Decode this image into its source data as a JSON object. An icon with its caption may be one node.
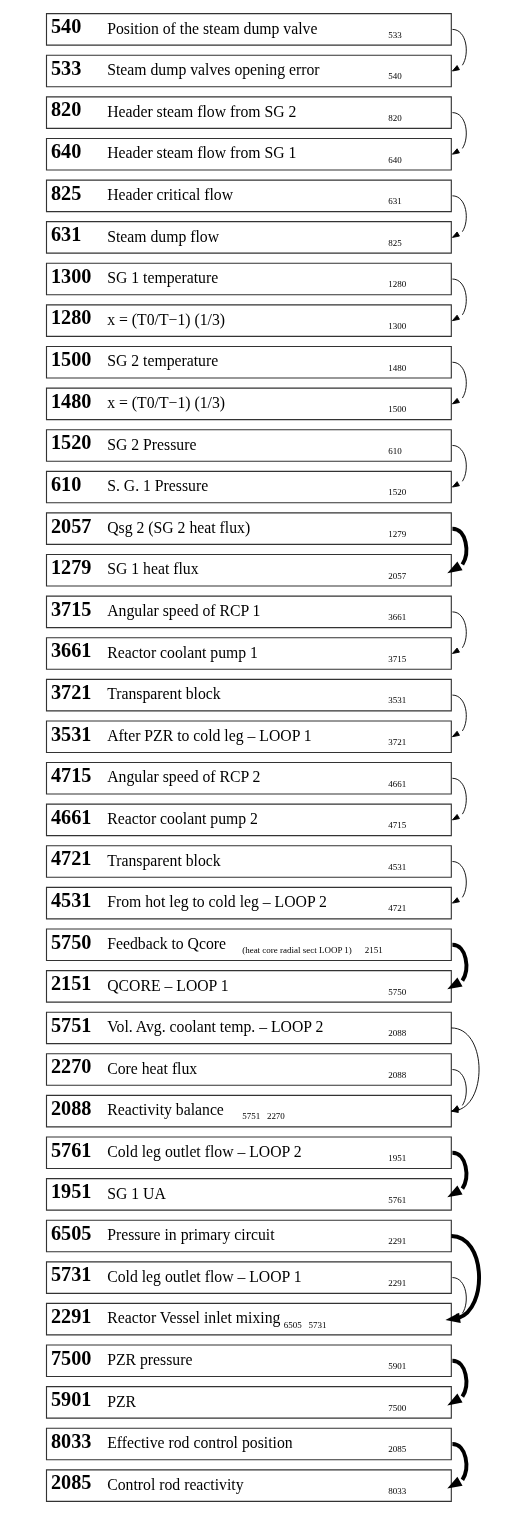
{
  "diagram": {
    "nodes": [
      {
        "text": [
          "533",
          "Steam dump valves opening error",
          "540"
        ]
      },
      {
        "text": [
          "540",
          "Position of the steam dump valve",
          "533"
        ]
      },
      {
        "text": [
          "610",
          "S. G. 1 Pressure",
          "1520"
        ]
      },
      {
        "text": [
          "631",
          "Steam dump flow",
          "825"
        ]
      },
      {
        "text": [
          "640",
          "Header steam flow from SG 1",
          "640"
        ]
      },
      {
        "text": [
          "820",
          "Header steam flow from SG 2",
          "820"
        ]
      },
      {
        "text": [
          "825",
          "Header critical flow",
          "631"
        ]
      },
      {
        "text": [
          "1279",
          "SG 1 heat flux",
          "2057"
        ]
      },
      {
        "text": [
          "1280",
          "x = (T0/T−1) (1/3)",
          "1300"
        ]
      },
      {
        "text": [
          "1300",
          "SG 1 temperature",
          "1280"
        ]
      },
      {
        "text": [
          "1480",
          "x = (T0/T−1) (1/3)",
          "1500"
        ]
      },
      {
        "text": [
          "1500",
          "SG 2 temperature",
          "1480"
        ]
      },
      {
        "text": [
          "1520",
          "SG 2 Pressure",
          "610"
        ]
      },
      {
        "text": [
          "1951",
          "SG 1 UA",
          "5761"
        ]
      },
      {
        "text": [
          "2057",
          "Qsg 2 (SG 2 heat flux)",
          "1279"
        ]
      },
      {
        "text": [
          "2085",
          "Control rod reactivity",
          "8033"
        ]
      },
      {
        "text": [
          "2088",
          "Reactivity balance",
          "5751",
          "2270"
        ]
      },
      {
        "text": [
          "2151",
          "QCORE – LOOP 1",
          "5750"
        ]
      },
      {
        "text": [
          "2270",
          "Core heat flux",
          "2088"
        ]
      },
      {
        "text": [
          "2291",
          "Reactor Vessel inlet mixing",
          "6505",
          "5731"
        ]
      },
      {
        "text": [
          "3531",
          "After PZR to cold leg – LOOP 1",
          "3721"
        ]
      },
      {
        "text": [
          "3661",
          "Reactor coolant pump 1",
          "3715"
        ]
      },
      {
        "text": [
          "3715",
          "Angular speed of RCP 1",
          "3661"
        ]
      },
      {
        "text": [
          "3721",
          "Transparent block",
          "3531"
        ]
      },
      {
        "text": [
          "4531",
          "From hot leg to cold leg – LOOP 2",
          "4721"
        ]
      },
      {
        "text": [
          "4661",
          "Reactor coolant pump 2",
          "4715"
        ]
      },
      {
        "text": [
          "4715",
          "Angular speed of RCP 2",
          "4661"
        ]
      },
      {
        "text": [
          "4721",
          "Transparent block",
          "4531"
        ]
      },
      {
        "text": [
          "5731",
          "Cold leg outlet flow – LOOP 1",
          "2291"
        ]
      },
      {
        "text": [
          "5750",
          "Feedback to Qcore",
          "(heat core radial sect LOOP 1)",
          "2151"
        ]
      },
      {
        "text": [
          "5751",
          "Vol. Avg. coolant temp. – LOOP 2",
          "2088"
        ]
      },
      {
        "text": [
          "5761",
          "Cold leg outlet flow – LOOP 2",
          "1951"
        ]
      },
      {
        "text": [
          "5901",
          "PZR",
          "7500"
        ]
      },
      {
        "text": [
          "6505",
          "Pressure in primary circuit",
          "2291"
        ]
      },
      {
        "text": [
          "7500",
          "PZR pressure",
          "5901"
        ]
      },
      {
        "text": [
          "8033",
          "Effective rod control position",
          "2085"
        ]
      }
    ],
    "edges": [
      {
        "from": 1,
        "to": 0,
        "arrow": "to"
      },
      {
        "from": 12,
        "to": 2,
        "arrow": "to"
      },
      {
        "from": 6,
        "to": 3,
        "arrow": "to"
      },
      {
        "from": 5,
        "to": 4,
        "arrow": "to"
      },
      {
        "from": 14,
        "to": 7,
        "arrow": "to",
        "style": "thick"
      },
      {
        "from": 9,
        "to": 8,
        "arrow": "to"
      },
      {
        "from": 11,
        "to": 10,
        "arrow": "to"
      },
      {
        "from": 31,
        "to": 13,
        "arrow": "to",
        "style": "thick"
      },
      {
        "from": 35,
        "to": 15,
        "arrow": "to",
        "style": "thick"
      },
      {
        "from": 30,
        "to": 16,
        "arrow": "to"
      },
      {
        "from": 18,
        "to": 16,
        "arrow": "to"
      },
      {
        "from": 29,
        "to": 17,
        "arrow": "to",
        "style": "thick"
      },
      {
        "from": 33,
        "to": 19,
        "arrow": "to",
        "style": "thick"
      },
      {
        "from": 28,
        "to": 19,
        "arrow": "to"
      },
      {
        "from": 23,
        "to": 20,
        "arrow": "to"
      },
      {
        "from": 22,
        "to": 21,
        "arrow": "to"
      },
      {
        "from": 27,
        "to": 24,
        "arrow": "to"
      },
      {
        "from": 26,
        "to": 25,
        "arrow": "to"
      },
      {
        "from": 34,
        "to": 32,
        "arrow": "to",
        "style": "thick"
      }
    ]
  }
}
